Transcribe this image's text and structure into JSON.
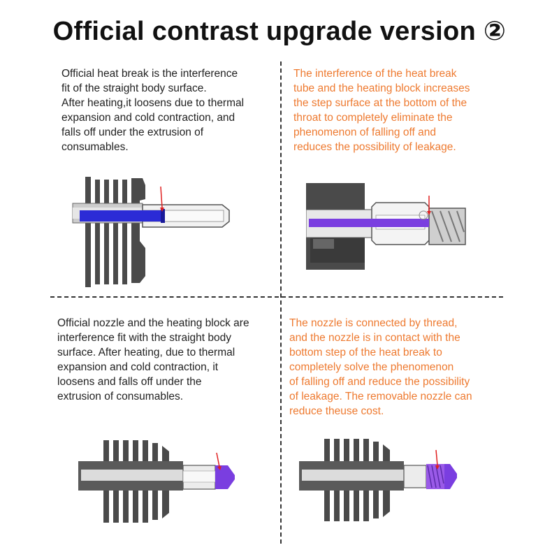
{
  "title": "Official contrast upgrade version ②",
  "colors": {
    "orange_text": "#ee7a30",
    "black_text": "#222222",
    "filament_blue": "#2b2bd6",
    "filament_purple": "#7a3ee0",
    "heatsink_gray": "#4a4a4a",
    "pointer_red": "#e02020"
  },
  "top_left": {
    "lines": [
      "Official heat break is the interference",
      "fit of the straight body surface.",
      "After heating,it loosens due to thermal",
      "expansion and cold contraction, and",
      "falls off under the extrusion of",
      "consumables."
    ]
  },
  "top_right": {
    "lines": [
      "The interference of the heat break",
      "tube and the heating block increases",
      "the step surface at the bottom of the",
      "throat to completely eliminate the",
      "phenomenon of falling off and",
      "reduces the possibility of leakage."
    ]
  },
  "bottom_left": {
    "lines": [
      "Official nozzle and the heating block are",
      "interference fit with the straight body",
      "surface. After heating, due to thermal",
      "expansion and cold contraction, it",
      "loosens and falls off under the",
      "extrusion of consumables."
    ]
  },
  "bottom_right": {
    "lines": [
      "The nozzle is connected by thread,",
      "and the nozzle is in contact with the",
      "bottom step of the heat break to",
      "completely solve the phenomenon",
      "of falling off and reduce the possibility",
      "of leakage. The removable nozzle can",
      "reduce theuse cost."
    ]
  }
}
